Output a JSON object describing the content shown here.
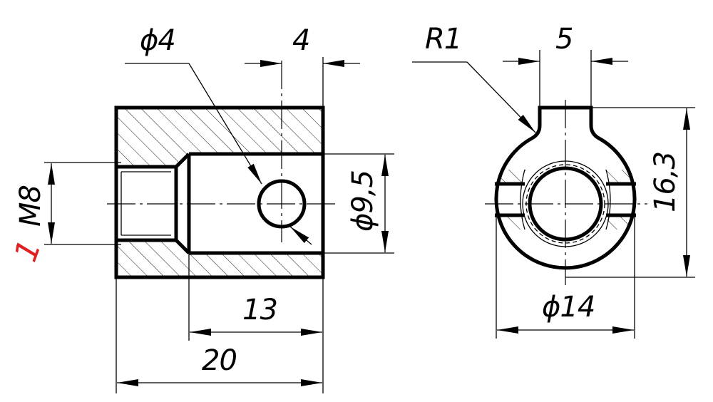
{
  "drawing": {
    "colors": {
      "line": "#000000",
      "background": "#ffffff",
      "revision_mark": "#e02020"
    },
    "revision_mark": "1",
    "dimensions": {
      "hole_diameter": "ϕ4",
      "hole_offset": "4",
      "thread": "M8",
      "bore_diameter": "ϕ9,5",
      "bore_depth": "13",
      "length": "20",
      "fillet_radius": "R1",
      "slot_width": "5",
      "height": "16,3",
      "outer_diameter": "ϕ14"
    }
  }
}
